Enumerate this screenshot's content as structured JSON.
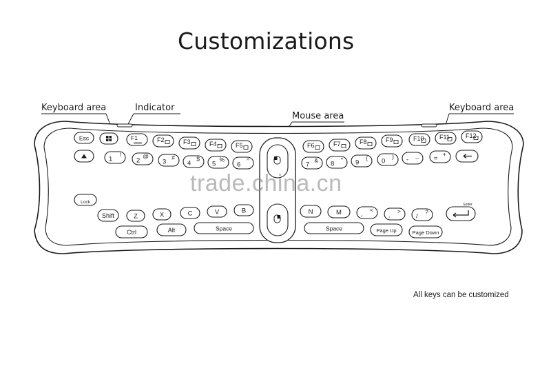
{
  "title": "Customizations",
  "labels": {
    "keyboard_left": "Keyboard area",
    "indicator": "Indicator",
    "mouse": "Mouse area",
    "keyboard_right": "Keyboard area"
  },
  "note": "All keys can be customized",
  "watermark": "trade.china.cn",
  "keys": {
    "esc": "Esc",
    "f1": "F1",
    "f1_sub": "www",
    "f2": "F2",
    "f3": "F3",
    "f4": "F4",
    "f5": "F5",
    "f6": "F6",
    "f7": "F7",
    "f8": "F8",
    "f9": "F9",
    "f10": "F10",
    "f11": "F11",
    "f12": "F12",
    "n1": "1",
    "n1s": "!",
    "n2": "2",
    "n2s": "@",
    "n3": "3",
    "n3s": "#",
    "n4": "4",
    "n4s": "$",
    "n5": "5",
    "n5s": "%",
    "n6": "6",
    "n6s": "^",
    "n7": "7",
    "n7s": "&",
    "n8": "8",
    "n8s": "*",
    "n9": "9",
    "n9s": "(",
    "n0": "0",
    "n0s": ")",
    "minus": "-",
    "minus_s": "_",
    "equals": "=",
    "equals_s": "+",
    "lock": "Lock",
    "shift": "Shift",
    "z": "Z",
    "x": "X",
    "c": "C",
    "v": "V",
    "b": "B",
    "n": "N",
    "m": "M",
    "comma": ",",
    "comma_s": "<",
    "period": ".",
    "period_s": ">",
    "slash": "/",
    "slash_s": "?",
    "enter": "Enter",
    "ctrl": "Ctrl",
    "alt": "Alt",
    "space_left": "Space",
    "space_right": "Space",
    "page_up": "Page Up",
    "page_down": "Page Down"
  }
}
